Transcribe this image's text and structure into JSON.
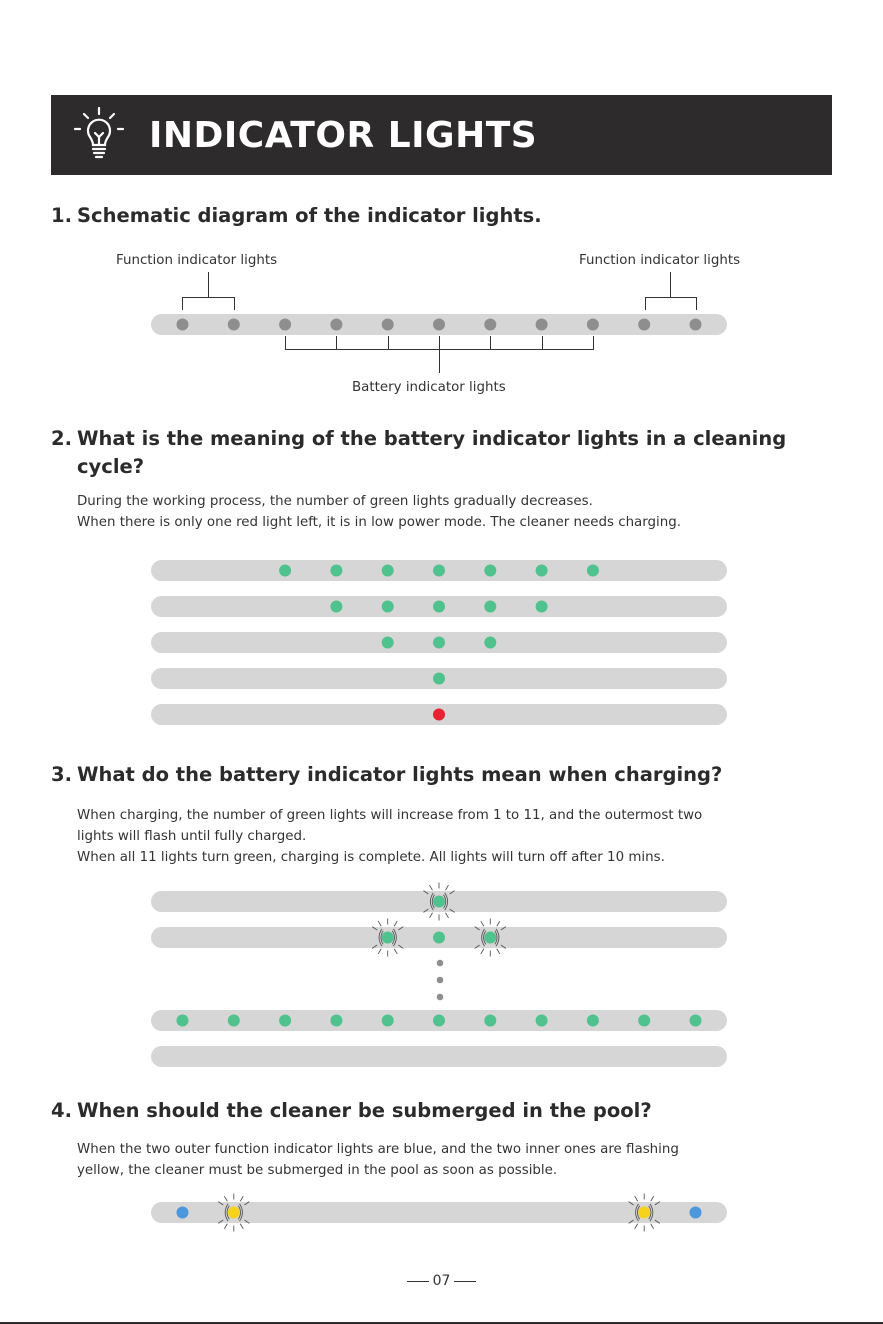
{
  "header": {
    "title": "INDICATOR LIGHTS",
    "icon": "lightbulb-icon"
  },
  "section1": {
    "number": "1.",
    "heading": "Schematic diagram of the indicator lights.",
    "label_left": "Function indicator lights",
    "label_right": "Function indicator lights",
    "label_bottom": "Battery indicator lights"
  },
  "section2": {
    "number": "2.",
    "heading_line1": "What is the meaning of the battery indicator lights in a cleaning",
    "heading_line2": "cycle?",
    "text_line1": "During the working process, the number of green lights gradually decreases.",
    "text_line2": "When there is only one red light left, it is in low power mode. The cleaner needs charging."
  },
  "section3": {
    "number": "3.",
    "heading": "What do the battery indicator lights mean when charging?",
    "text_line1": "When charging, the number of green lights will increase from 1 to 11, and the outermost two",
    "text_line2": "lights will flash until fully charged.",
    "text_line3": "When all 11 lights turn green, charging is complete. All lights will turn off after 10 mins."
  },
  "section4": {
    "number": "4.",
    "heading": "When should the cleaner be submerged in the pool?",
    "text_line1": "When the two outer function indicator lights are blue, and the two inner ones are flashing",
    "text_line2": "yellow, the cleaner must be submerged in the pool as soon as possible."
  },
  "page_number": "07",
  "colors": {
    "header_bg": "#2d2b2b",
    "bar": "#d6d6d6",
    "off_light": "#8e8e8e",
    "green": "#4fc28e",
    "red": "#e8232f",
    "blue": "#4d97dd",
    "yellow": "#f6d21d"
  },
  "diagrams": {
    "schematic": [
      {
        "lights": [
          "off",
          "off",
          "off",
          "off",
          "off",
          "off",
          "off",
          "off",
          "off",
          "off",
          "off"
        ]
      }
    ],
    "cleaning_cycle": [
      {
        "lights": [
          "none",
          "none",
          "green",
          "green",
          "green",
          "green",
          "green",
          "green",
          "green",
          "none",
          "none"
        ]
      },
      {
        "lights": [
          "none",
          "none",
          "none",
          "green",
          "green",
          "green",
          "green",
          "green",
          "none",
          "none",
          "none"
        ]
      },
      {
        "lights": [
          "none",
          "none",
          "none",
          "none",
          "green",
          "green",
          "green",
          "none",
          "none",
          "none",
          "none"
        ]
      },
      {
        "lights": [
          "none",
          "none",
          "none",
          "none",
          "none",
          "green",
          "none",
          "none",
          "none",
          "none",
          "none"
        ]
      },
      {
        "lights": [
          "none",
          "none",
          "none",
          "none",
          "none",
          "red",
          "none",
          "none",
          "none",
          "none",
          "none"
        ]
      }
    ],
    "charging": [
      {
        "lights": [
          "none",
          "none",
          "none",
          "none",
          "none",
          "green-flash",
          "none",
          "none",
          "none",
          "none",
          "none"
        ]
      },
      {
        "lights": [
          "none",
          "none",
          "none",
          "none",
          "green-flash",
          "green",
          "green-flash",
          "none",
          "none",
          "none",
          "none"
        ]
      },
      {
        "lights": [
          "green",
          "green",
          "green",
          "green",
          "green",
          "green",
          "green",
          "green",
          "green",
          "green",
          "green"
        ]
      },
      {
        "lights": [
          "none",
          "none",
          "none",
          "none",
          "none",
          "none",
          "none",
          "none",
          "none",
          "none",
          "none"
        ]
      }
    ],
    "submerged": [
      {
        "lights": [
          "blue",
          "yellow-flash",
          "none",
          "none",
          "none",
          "none",
          "none",
          "none",
          "none",
          "yellow-flash",
          "blue"
        ]
      }
    ]
  }
}
